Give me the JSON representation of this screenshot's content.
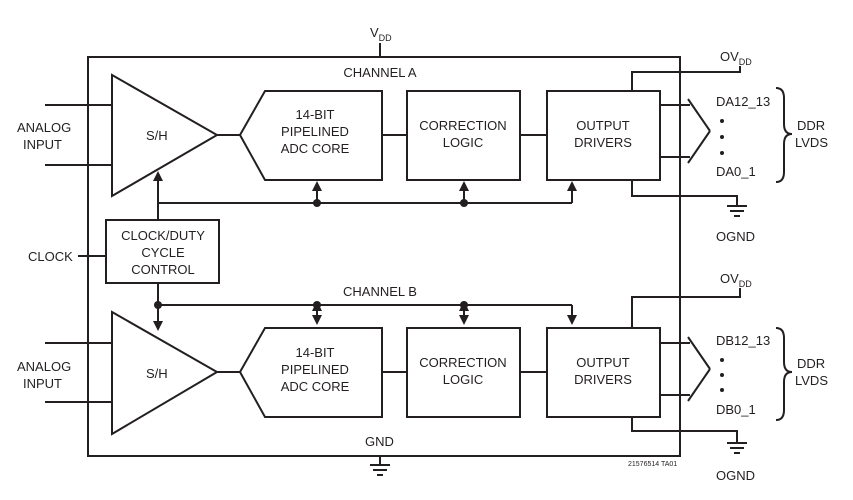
{
  "supply": {
    "vdd_main": "V",
    "vdd_sub": "DD",
    "gnd": "GND"
  },
  "channel_a": {
    "title": "CHANNEL A",
    "input_label_1": "ANALOG",
    "input_label_2": "INPUT",
    "sh": "S/H",
    "adc_1": "14-BIT",
    "adc_2": "PIPELINED",
    "adc_3": "ADC CORE",
    "corr_1": "CORRECTION",
    "corr_2": "LOGIC",
    "drv_1": "OUTPUT",
    "drv_2": "DRIVERS",
    "ovdd_main": "OV",
    "ovdd_sub": "DD",
    "ognd": "OGND",
    "bus_top": "DA12_13",
    "bus_bottom": "DA0_1"
  },
  "channel_b": {
    "title": "CHANNEL B",
    "input_label_1": "ANALOG",
    "input_label_2": "INPUT",
    "sh": "S/H",
    "adc_1": "14-BIT",
    "adc_2": "PIPELINED",
    "adc_3": "ADC CORE",
    "corr_1": "CORRECTION",
    "corr_2": "LOGIC",
    "drv_1": "OUTPUT",
    "drv_2": "DRIVERS",
    "ovdd_main": "OV",
    "ovdd_sub": "DD",
    "ognd": "OGND",
    "bus_top": "DB12_13",
    "bus_bottom": "DB0_1"
  },
  "clock": {
    "pin": "CLOCK",
    "block_1": "CLOCK/DUTY",
    "block_2": "CYCLE",
    "block_3": "CONTROL"
  },
  "ddr_1": "DDR",
  "ddr_2": "LVDS",
  "figure_id": "21576514 TA01"
}
